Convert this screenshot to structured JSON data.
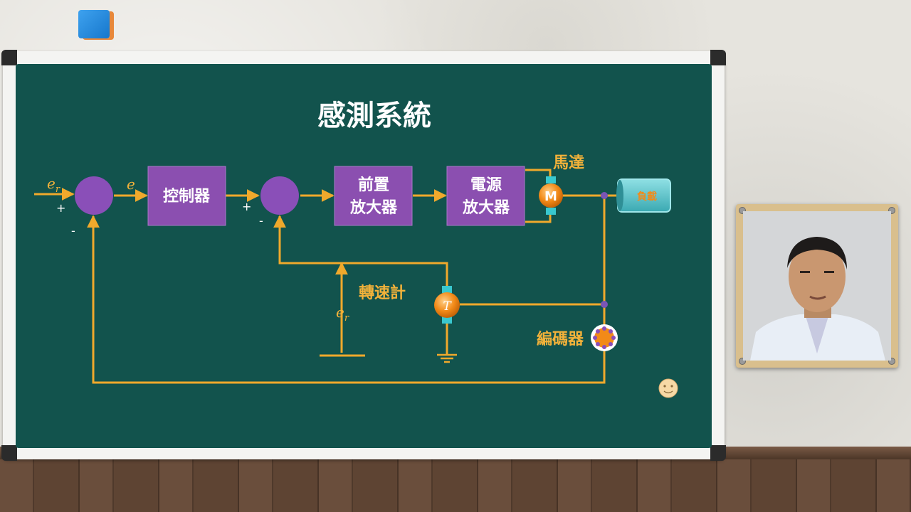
{
  "title": "感測系統",
  "blocks": {
    "controller": "控制器",
    "preamp": [
      "前置",
      "放大器"
    ],
    "power_amp": [
      "電源",
      "放大器"
    ],
    "load": "負載"
  },
  "signals": {
    "reference": "e",
    "reference_sub": "r",
    "error": "e",
    "tach_ref": "e",
    "tach_ref_sub": "r"
  },
  "signs": {
    "sum1_plus": "+",
    "sum1_minus": "-",
    "sum2_plus": "+",
    "sum2_minus": "-"
  },
  "components": {
    "motor_label": "馬達",
    "motor_symbol": "M",
    "tachometer_label": "轉速計",
    "tachometer_symbol": "T",
    "encoder_label": "編碼器"
  },
  "colors": {
    "board": "#12534d",
    "line": "#f0a92c",
    "block": "#8b4fb0",
    "sum_node": "#8a4fb8",
    "motor": "#f28a18",
    "load": "#59c5cc",
    "label": "#f3b23a",
    "title": "#ffffff"
  },
  "icons": {
    "cube": "cube-logo-icon",
    "smiley": "smiley-icon",
    "ground": "ground-icon"
  }
}
